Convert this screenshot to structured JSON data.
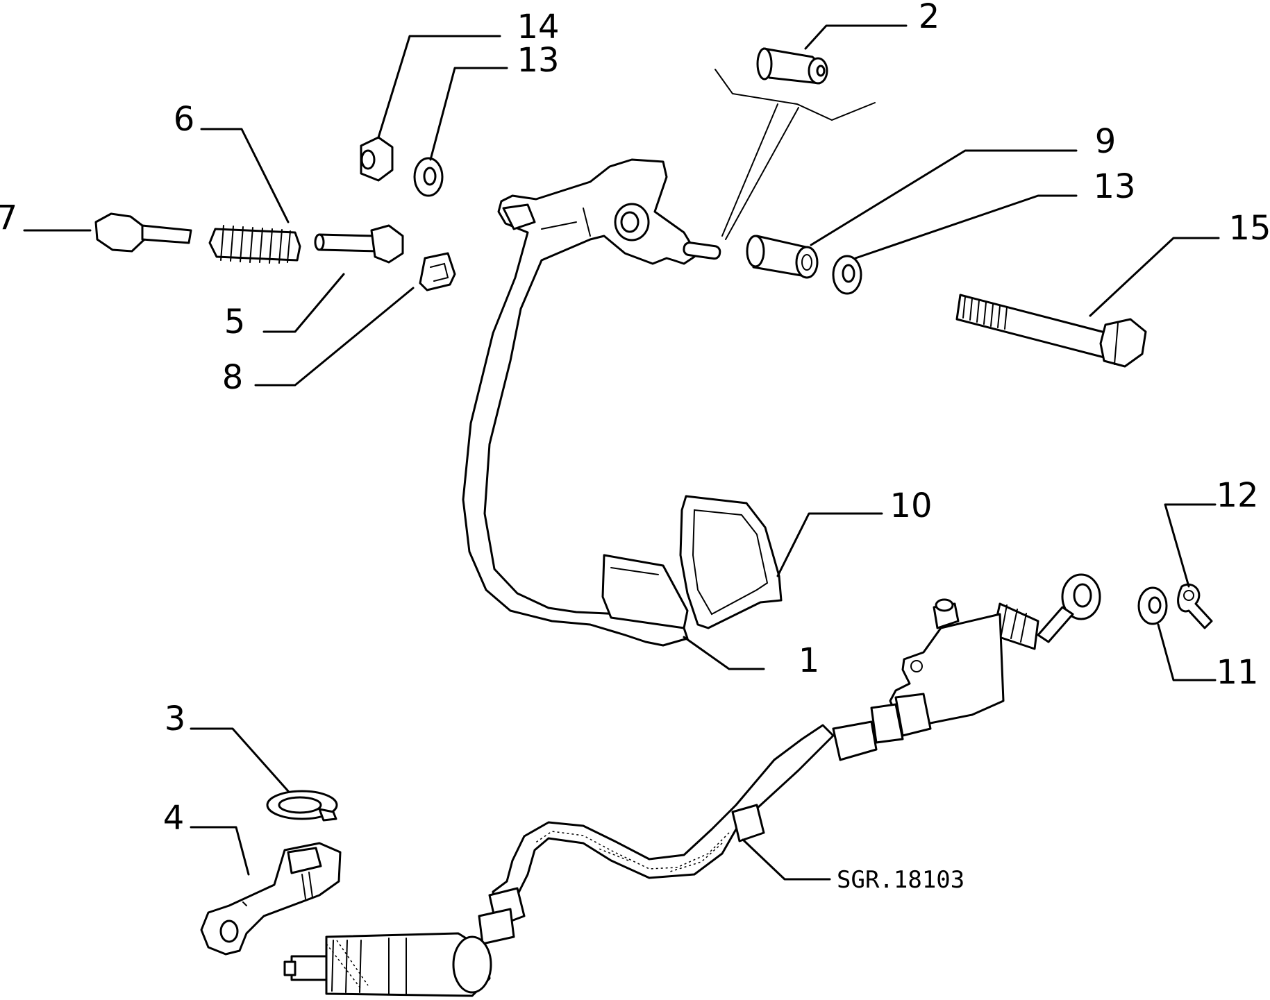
{
  "drawing_code": "SGR.18103",
  "labels": {
    "part_1": "1",
    "part_2": "2",
    "part_3": "3",
    "part_4": "4",
    "part_5": "5",
    "part_6": "6",
    "part_7": "7",
    "part_8": "8",
    "part_9": "9",
    "part_10": "10",
    "part_11": "11",
    "part_12": "12",
    "part_13_top": "13",
    "part_13_right": "13",
    "part_14": "14",
    "part_15": "15"
  }
}
